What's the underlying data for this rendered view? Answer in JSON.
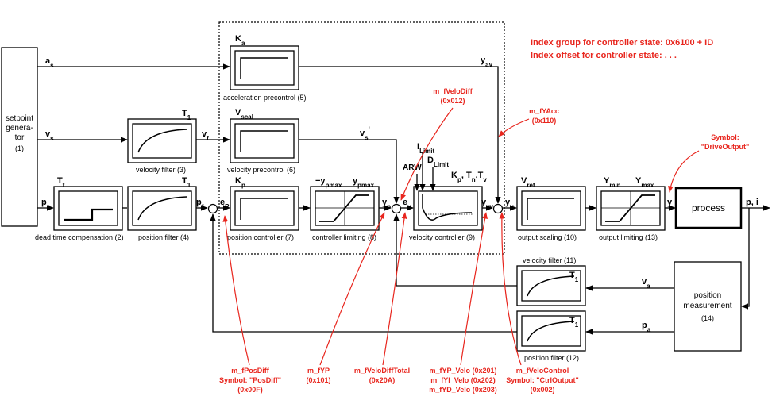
{
  "index_info": {
    "group": "Index group for controller state: 0x6100 + ID",
    "offset": "Index offset for controller state:  . . ."
  },
  "blocks": {
    "setpoint_generator": {
      "line1": "setpoint",
      "line2": "genera-",
      "line3": "tor",
      "num": "(1)"
    },
    "acc_precontrol": {
      "symbol": "K",
      "sub": "a",
      "label": "acceleration precontrol (5)"
    },
    "vel_filter_3": {
      "symbol": "T",
      "sub": "1",
      "label": "velocity filter (3)"
    },
    "vel_precontrol": {
      "symbol": "V",
      "sub": "scal",
      "label": "velocity precontrol (6)"
    },
    "dead_time": {
      "symbol": "T",
      "sub": "t",
      "label": "dead time compensation (2)"
    },
    "pos_filter_4": {
      "symbol": "T",
      "sub": "1",
      "label": "position filter (4)"
    },
    "pos_controller": {
      "symbol": "K",
      "sub": "p",
      "label": "position controller (7)"
    },
    "ctrl_limiting": {
      "sym1": "−y",
      "sym1_sub": "pmax",
      "sym2": "y",
      "sym2_sub": "pmax",
      "label": "controller limiting (8)"
    },
    "vel_controller": {
      "params": "K",
      "params_sub": "p",
      "params_rest": ", T",
      "params_rest_sub": "n",
      ",": ",",
      "tv": "T",
      "tv_sub": "v",
      "label": "velocity controller (9)",
      "arw": "ARW",
      "ilimit": "I",
      "ilimit_sub": "Limit",
      "dlimit": "D",
      "dlimit_sub": "Limit"
    },
    "out_scaling": {
      "symbol": "V",
      "sub": "ref",
      "label": "output scaling (10)"
    },
    "out_limiting": {
      "sym1": "Y",
      "sym1_sub": "min",
      "sym2": "Y",
      "sym2_sub": "max",
      "label": "output limiting (13)"
    },
    "process": {
      "label": "process"
    },
    "vel_filter_11": {
      "symbol": "T",
      "sub": "1",
      "label": "velocity filter (11)"
    },
    "pos_filter_12": {
      "symbol": "T",
      "sub": "1",
      "label": "position filter (12)"
    },
    "pos_measurement": {
      "line1": "position",
      "line2": "measurement",
      "num": "(14)"
    }
  },
  "signals": {
    "as": {
      "m": "a",
      "s": "s"
    },
    "vs": {
      "m": "v",
      "s": "s"
    },
    "ps": {
      "m": "p",
      "s": "s"
    },
    "vf": {
      "m": "v",
      "s": "f"
    },
    "pf": {
      "m": "p",
      "s": "f"
    },
    "ep": {
      "m": "e",
      "s": "P"
    },
    "yav": {
      "m": "y",
      "s": "av"
    },
    "vs2": {
      "m": "v",
      "s": "s",
      "p": "'"
    },
    "yp": {
      "m": "y",
      "s": "p"
    },
    "ev": {
      "m": "e",
      "s": "v"
    },
    "yvv": {
      "m": "y",
      "s": "vv"
    },
    "yv": {
      "m": "y",
      "s": "v"
    },
    "y": {
      "m": "y"
    },
    "pi": {
      "m": "p, i"
    },
    "va": {
      "m": "v",
      "s": "a"
    },
    "pa": {
      "m": "p",
      "s": "a"
    }
  },
  "annotations": {
    "velo_diff": {
      "l1": "m_fVeloDiff",
      "l2": "(0x012)"
    },
    "yacc": {
      "l1": "m_fYAcc",
      "l2": "(0x110)"
    },
    "drive_output": {
      "l1": "Symbol:",
      "l2": "\"DriveOutput\""
    },
    "pos_diff": {
      "l1": "m_fPosDiff",
      "l2": "Symbol: \"PosDiff\"",
      "l3": "(0x00F)"
    },
    "fyp": {
      "l1": "m_fYP",
      "l2": "(0x101)"
    },
    "velo_diff_total": {
      "l1": "m_fVeloDiffTotal",
      "l2": "(0x20A)"
    },
    "velo_parts": {
      "l1": "m_fYP_Velo (0x201)",
      "l2": "m_fYI_Velo (0x202)",
      "l3": "m_fYD_Velo (0x203)"
    },
    "velo_control": {
      "l1": "m_fVeloControl",
      "l2": "Symbol: \"CtrlOutput\"",
      "l3": "(0x002)"
    }
  },
  "colors": {
    "annotation": "#e8261e",
    "lines": "#000000"
  }
}
